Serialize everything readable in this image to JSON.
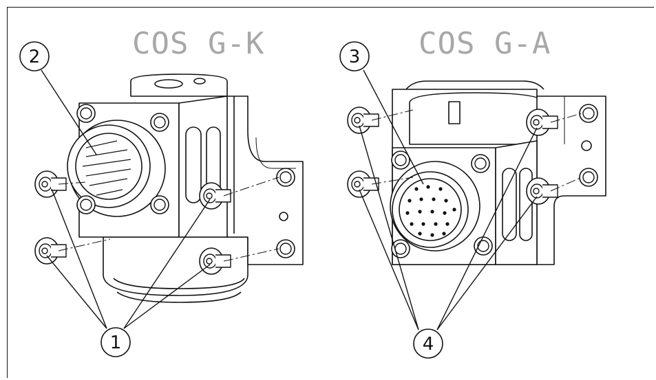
{
  "titles": {
    "left": "COS G-K",
    "right": "COS G-A"
  },
  "callouts": {
    "c1": "1",
    "c2": "2",
    "c3": "3",
    "c4": "4"
  }
}
